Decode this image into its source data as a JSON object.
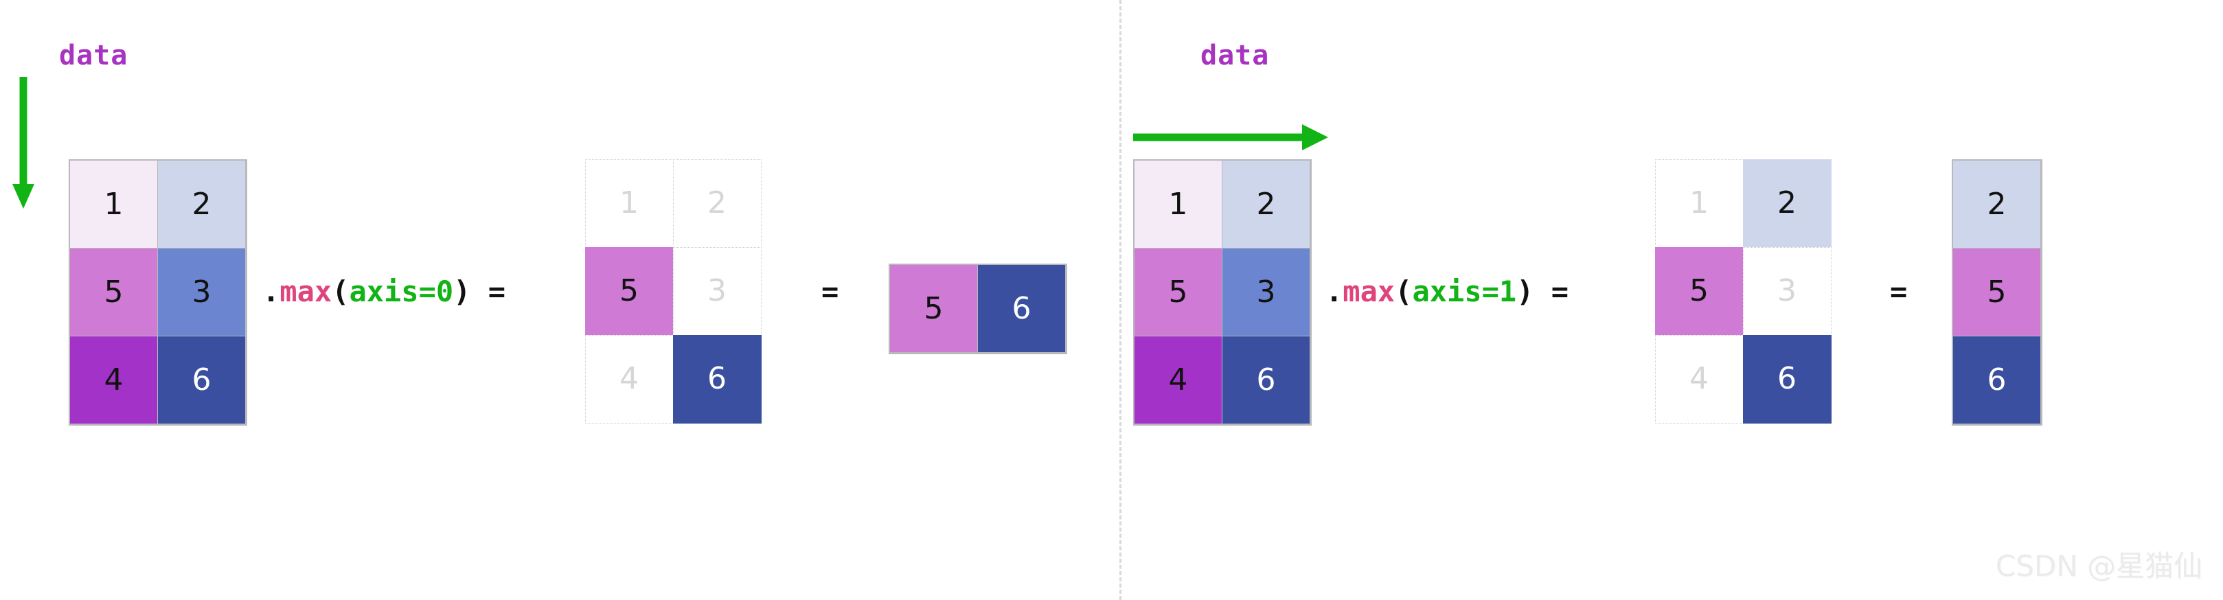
{
  "figure": {
    "title": "numpy max along axis illustration",
    "background": "#ffffff",
    "divider_color": "#d9d9d9"
  },
  "palette": {
    "cell_1": "#f5ebf7",
    "cell_2": "#ced6ec",
    "cell_5": "#cf7bd6",
    "cell_3": "#6b85d0",
    "cell_4": "#a333c8",
    "cell_6": "#3a4fa0",
    "faded_text": "#d6d6d6",
    "grid_border": "#b9b9bd",
    "ghost_border": "#cfcfcf",
    "arrow_green": "#12b415",
    "label_purple": "#a833c0",
    "fn_pink": "#e0447c",
    "arg_green": "#12b415",
    "text_dark": "#111111",
    "text_light": "#ffffff",
    "watermark": "#ebebeb"
  },
  "chart_data": {
    "type": "table",
    "title": "data .max(axis=0) and data .max(axis=1)",
    "source_matrix": {
      "name": "data",
      "shape": [
        3,
        2
      ],
      "rows": [
        [
          {
            "value": "1",
            "color": "#f5ebf7",
            "text_color": "#111111"
          },
          {
            "value": "2",
            "color": "#ced6ec",
            "text_color": "#111111"
          }
        ],
        [
          {
            "value": "5",
            "color": "#cf7bd6",
            "text_color": "#111111"
          },
          {
            "value": "3",
            "color": "#6b85d0",
            "text_color": "#111111"
          }
        ],
        [
          {
            "value": "4",
            "color": "#a333c8",
            "text_color": "#111111"
          },
          {
            "value": "6",
            "color": "#3a4fa0",
            "text_color": "#ffffff"
          }
        ]
      ]
    },
    "panels": [
      {
        "id": "axis0",
        "label": "data",
        "arrow": "down",
        "arrow_direction": "vertical",
        "expression": {
          "dot": ".",
          "fn": "max",
          "open": "(",
          "arg": "axis=0",
          "close": ")",
          "equals": "="
        },
        "equals_sign": "=",
        "selected_matrix": {
          "shape": [
            3,
            2
          ],
          "rows": [
            [
              {
                "value": "1",
                "selected": false
              },
              {
                "value": "2",
                "selected": false
              }
            ],
            [
              {
                "value": "5",
                "selected": true,
                "color": "#cf7bd6",
                "text_color": "#111111"
              },
              {
                "value": "3",
                "selected": false
              }
            ],
            [
              {
                "value": "4",
                "selected": false
              },
              {
                "value": "6",
                "selected": true,
                "color": "#3a4fa0",
                "text_color": "#ffffff"
              }
            ]
          ]
        },
        "result_matrix": {
          "shape": [
            1,
            2
          ],
          "values": [
            "5",
            "6"
          ],
          "rows": [
            [
              {
                "value": "5",
                "color": "#cf7bd6",
                "text_color": "#111111"
              },
              {
                "value": "6",
                "color": "#3a4fa0",
                "text_color": "#ffffff"
              }
            ]
          ]
        }
      },
      {
        "id": "axis1",
        "label": "data",
        "arrow": "right",
        "arrow_direction": "horizontal",
        "expression": {
          "dot": ".",
          "fn": "max",
          "open": "(",
          "arg": "axis=1",
          "close": ")",
          "equals": "="
        },
        "equals_sign": "=",
        "selected_matrix": {
          "shape": [
            3,
            2
          ],
          "rows": [
            [
              {
                "value": "1",
                "selected": false
              },
              {
                "value": "2",
                "selected": true,
                "color": "#ced6ec",
                "text_color": "#111111"
              }
            ],
            [
              {
                "value": "5",
                "selected": true,
                "color": "#cf7bd6",
                "text_color": "#111111"
              },
              {
                "value": "3",
                "selected": false
              }
            ],
            [
              {
                "value": "4",
                "selected": false
              },
              {
                "value": "6",
                "selected": true,
                "color": "#3a4fa0",
                "text_color": "#ffffff"
              }
            ]
          ]
        },
        "result_matrix": {
          "shape": [
            3,
            1
          ],
          "values": [
            "2",
            "5",
            "6"
          ],
          "rows": [
            [
              {
                "value": "2",
                "color": "#ced6ec",
                "text_color": "#111111"
              }
            ],
            [
              {
                "value": "5",
                "color": "#cf7bd6",
                "text_color": "#111111"
              }
            ],
            [
              {
                "value": "6",
                "color": "#3a4fa0",
                "text_color": "#ffffff"
              }
            ]
          ]
        }
      }
    ]
  },
  "left_panel": {
    "label": "data",
    "expr_dot": ".",
    "expr_fn": "max",
    "expr_open": "(",
    "expr_arg": "axis=0",
    "expr_close": ")",
    "expr_eq": "=",
    "equals": "=",
    "source": {
      "c00": "1",
      "c01": "2",
      "c10": "5",
      "c11": "3",
      "c20": "4",
      "c21": "6"
    },
    "ghost": {
      "c00": "1",
      "c01": "2",
      "c10": "5",
      "c11": "3",
      "c20": "4",
      "c21": "6"
    },
    "result": {
      "r0": "5",
      "r1": "6"
    }
  },
  "right_panel": {
    "label": "data",
    "expr_dot": ".",
    "expr_fn": "max",
    "expr_open": "(",
    "expr_arg": "axis=1",
    "expr_close": ")",
    "expr_eq": "=",
    "equals": "=",
    "source": {
      "c00": "1",
      "c01": "2",
      "c10": "5",
      "c11": "3",
      "c20": "4",
      "c21": "6"
    },
    "ghost": {
      "c00": "1",
      "c01": "2",
      "c10": "5",
      "c11": "3",
      "c20": "4",
      "c21": "6"
    },
    "result": {
      "r0": "2",
      "r1": "5",
      "r2": "6"
    }
  },
  "watermark": {
    "text": "CSDN @星猫仙"
  }
}
